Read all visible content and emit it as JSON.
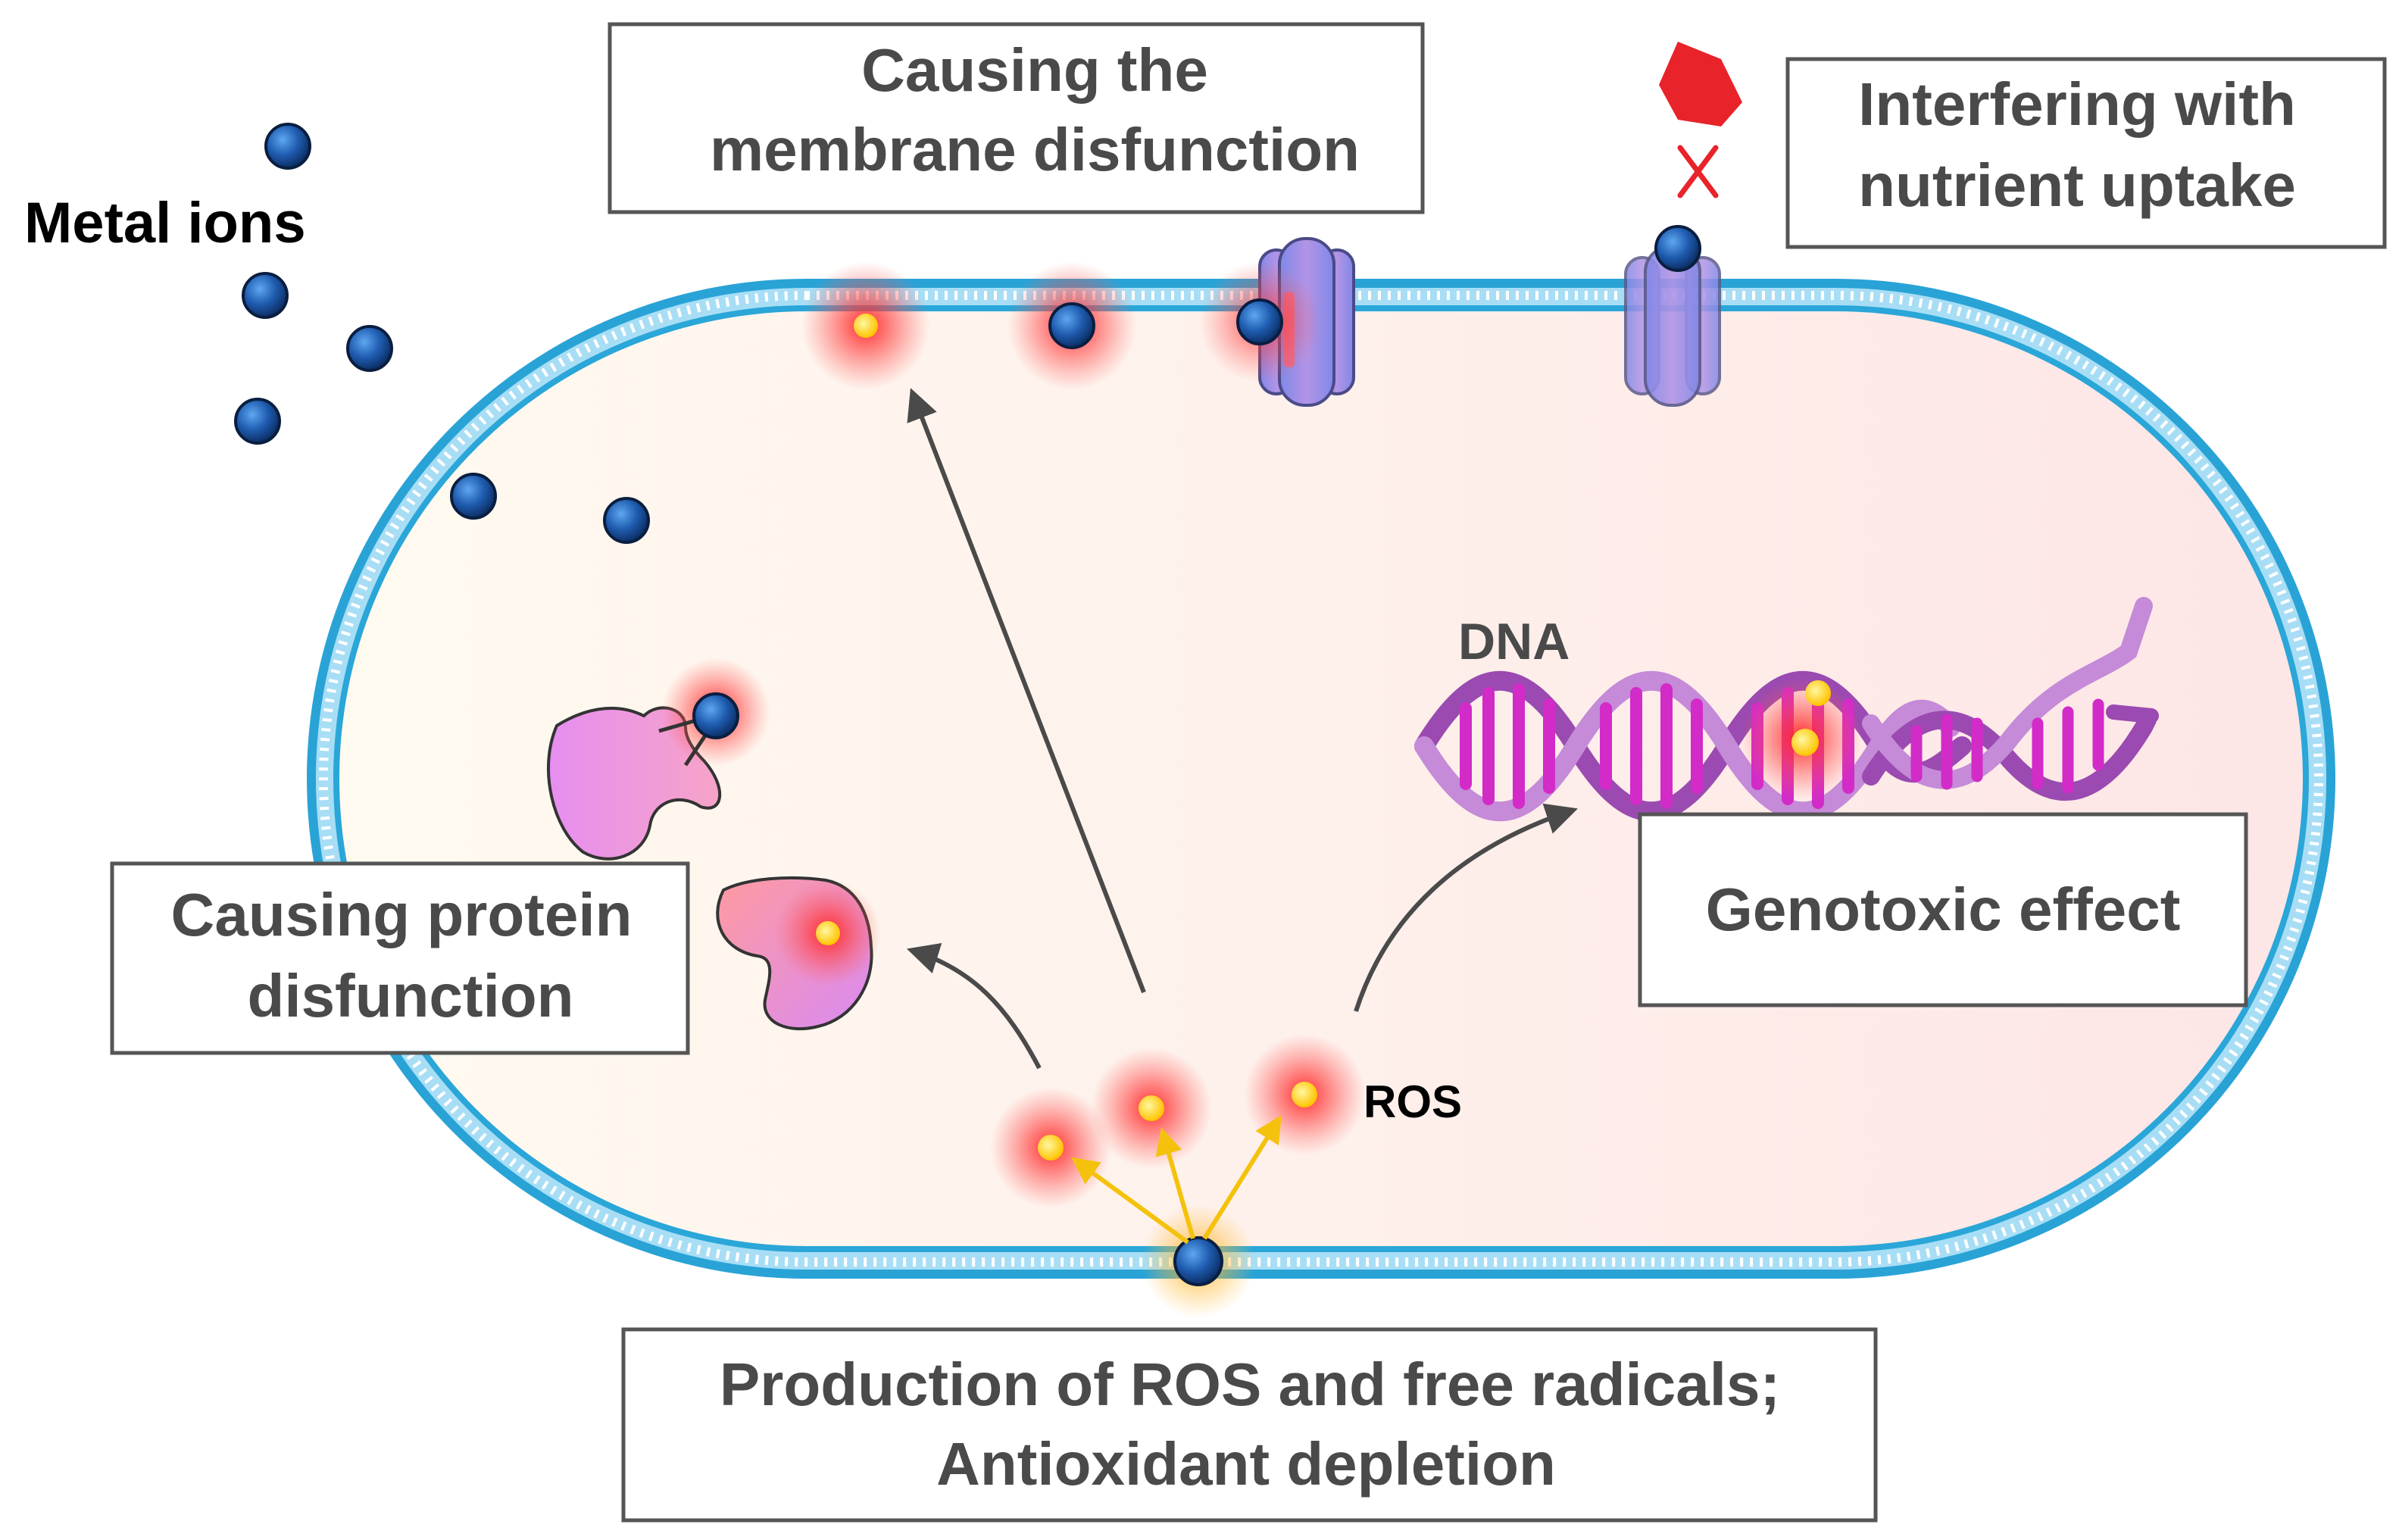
{
  "labels": {
    "metal_ions": "Metal ions",
    "membrane_line1": "Causing the",
    "membrane_line2": "membrane disfunction",
    "nutrient_line1": "Interfering with",
    "nutrient_line2": "nutrient uptake",
    "protein_line1": "Causing protein",
    "protein_line2": "disfunction",
    "genotoxic": "Genotoxic effect",
    "dna": "DNA",
    "ros": "ROS",
    "production_line1": "Production of ROS and free radicals;",
    "production_line2": "Antioxidant depletion"
  },
  "colors": {
    "membrane": "#2aa6d8",
    "membrane_light": "#9ad8f2",
    "ion": "#1b4f9c",
    "ros_glow": "#ff2a2a",
    "ros_core": "#ffd21a",
    "dna": "#c42bc4",
    "protein": "#e98ee8",
    "transporter": "#8f8fe8",
    "blocked_nutrient": "#e8232a",
    "box_border": "#555555",
    "text": "#4a4a4a"
  },
  "icons": {
    "ion": "metal-ion-sphere-icon",
    "ros": "ros-radical-icon",
    "transporter": "membrane-transporter-icon",
    "nutrient": "nutrient-hexagon-icon",
    "block": "cross-icon",
    "dna": "dna-helix-icon",
    "protein": "protein-blob-icon"
  }
}
